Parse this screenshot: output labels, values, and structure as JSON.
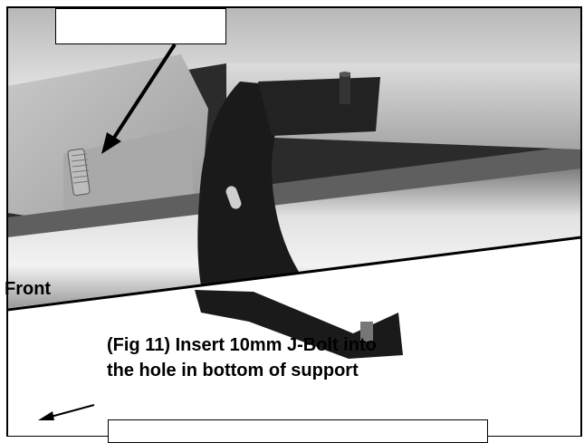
{
  "labels": {
    "front": "Front",
    "caption_line1": "(Fig 11) Insert 10mm J-Bolt into",
    "caption_line2": "the hole in bottom of support"
  },
  "colors": {
    "page_background": "#ffffff",
    "frame": "#000000",
    "bracket": "#1a1a1a",
    "metal_light": "#d9d9d9",
    "metal_dark": "#8c8c8c"
  }
}
